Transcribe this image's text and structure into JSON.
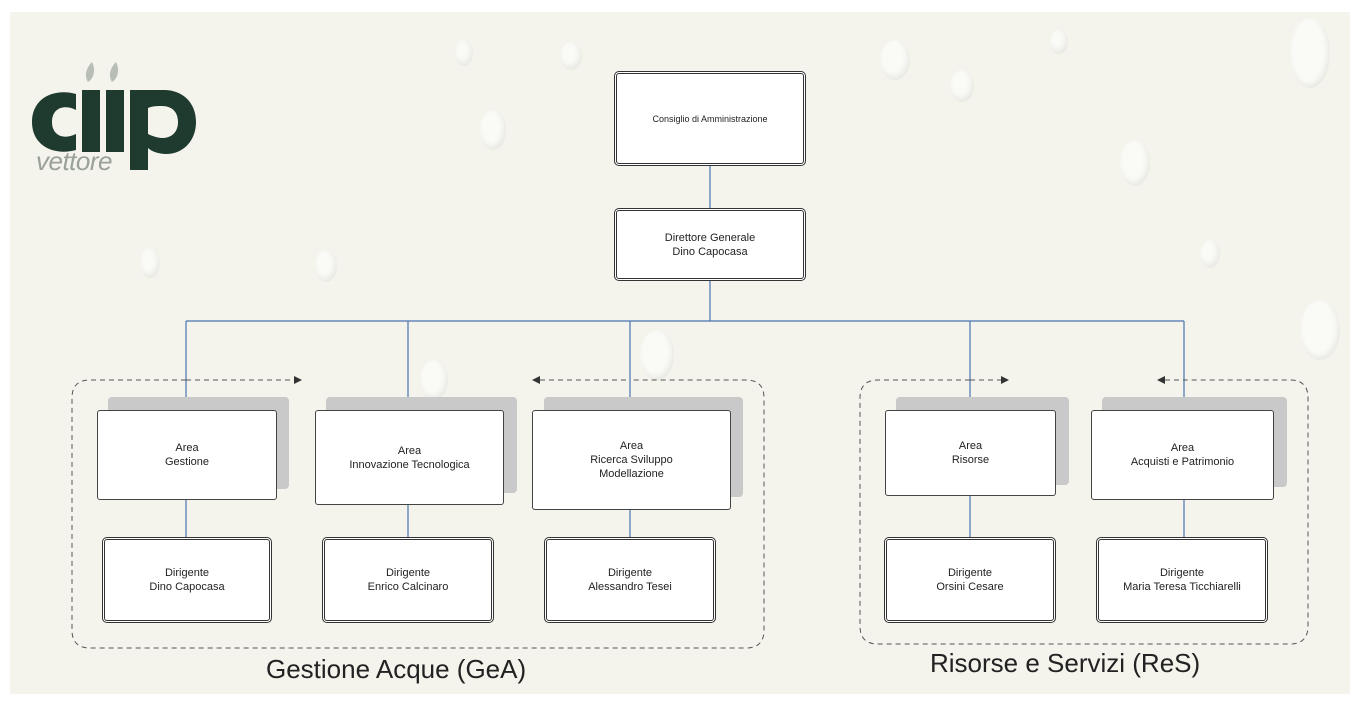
{
  "logo": {
    "brand": "ciip",
    "subtitle": "vettore",
    "color": "#1f3a2e"
  },
  "colors": {
    "connector": "#4a72b0",
    "box_border": "#333333",
    "shadow": "#c9c9c9",
    "group_border": "#555555"
  },
  "board": {
    "label": "Consiglio di Amministrazione"
  },
  "director": {
    "line1": "Direttore Generale",
    "line2": "Dino Capocasa"
  },
  "groups": [
    {
      "label": "Gestione Acque (GeA)"
    },
    {
      "label": "Risorse e Servizi (ReS)"
    }
  ],
  "areas": [
    {
      "title": "Area\nGestione",
      "manager": "Dirigente\nDino Capocasa"
    },
    {
      "title": "Area\nInnovazione Tecnologica",
      "manager": "Dirigente\nEnrico Calcinaro"
    },
    {
      "title": "Area\nRicerca Sviluppo\nModellazione",
      "manager": "Dirigente\nAlessandro Tesei"
    },
    {
      "title": "Area\nRisorse",
      "manager": "Dirigente\nOrsini Cesare"
    },
    {
      "title": "Area\nAcquisti e Patrimonio",
      "manager": "Dirigente\nMaria Teresa Ticchiarelli"
    }
  ]
}
